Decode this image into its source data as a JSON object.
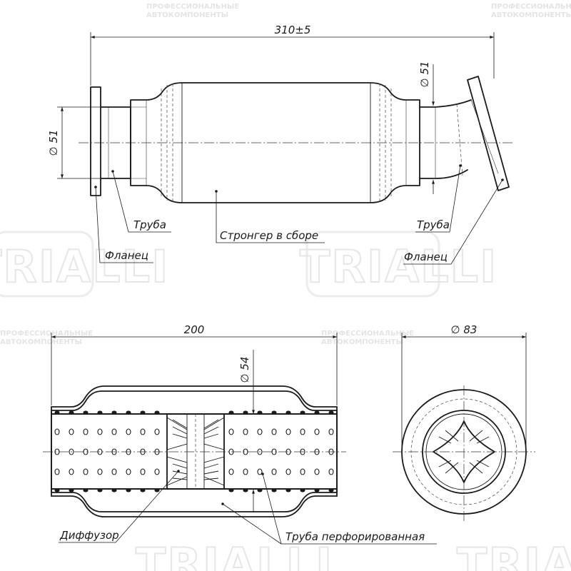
{
  "colors": {
    "line": "#1a1a1a",
    "watermark": "#e6e6e6",
    "background": "#ffffff"
  },
  "watermark": {
    "brand": "TRIALLI",
    "line1": "ПРОФЕССИОНАЛЬНЫЕ",
    "line2": "АВТОКОМПОНЕНТЫ"
  },
  "top_view": {
    "overall_length": "310±5",
    "left_diameter": "∅ 51",
    "right_diameter": "∅ 51",
    "labels": {
      "pipe_left": "Труба",
      "flange_left": "Фланец",
      "stronger": "Стронгер в сборе",
      "pipe_right": "Труба",
      "flange_right": "Фланец"
    }
  },
  "section_view": {
    "length": "200",
    "inner_diameter": "∅ 54",
    "labels": {
      "diffuser": "Диффузор",
      "perforated_pipe": "Труба перфорированная"
    }
  },
  "end_view": {
    "outer_diameter": "∅ 83"
  }
}
